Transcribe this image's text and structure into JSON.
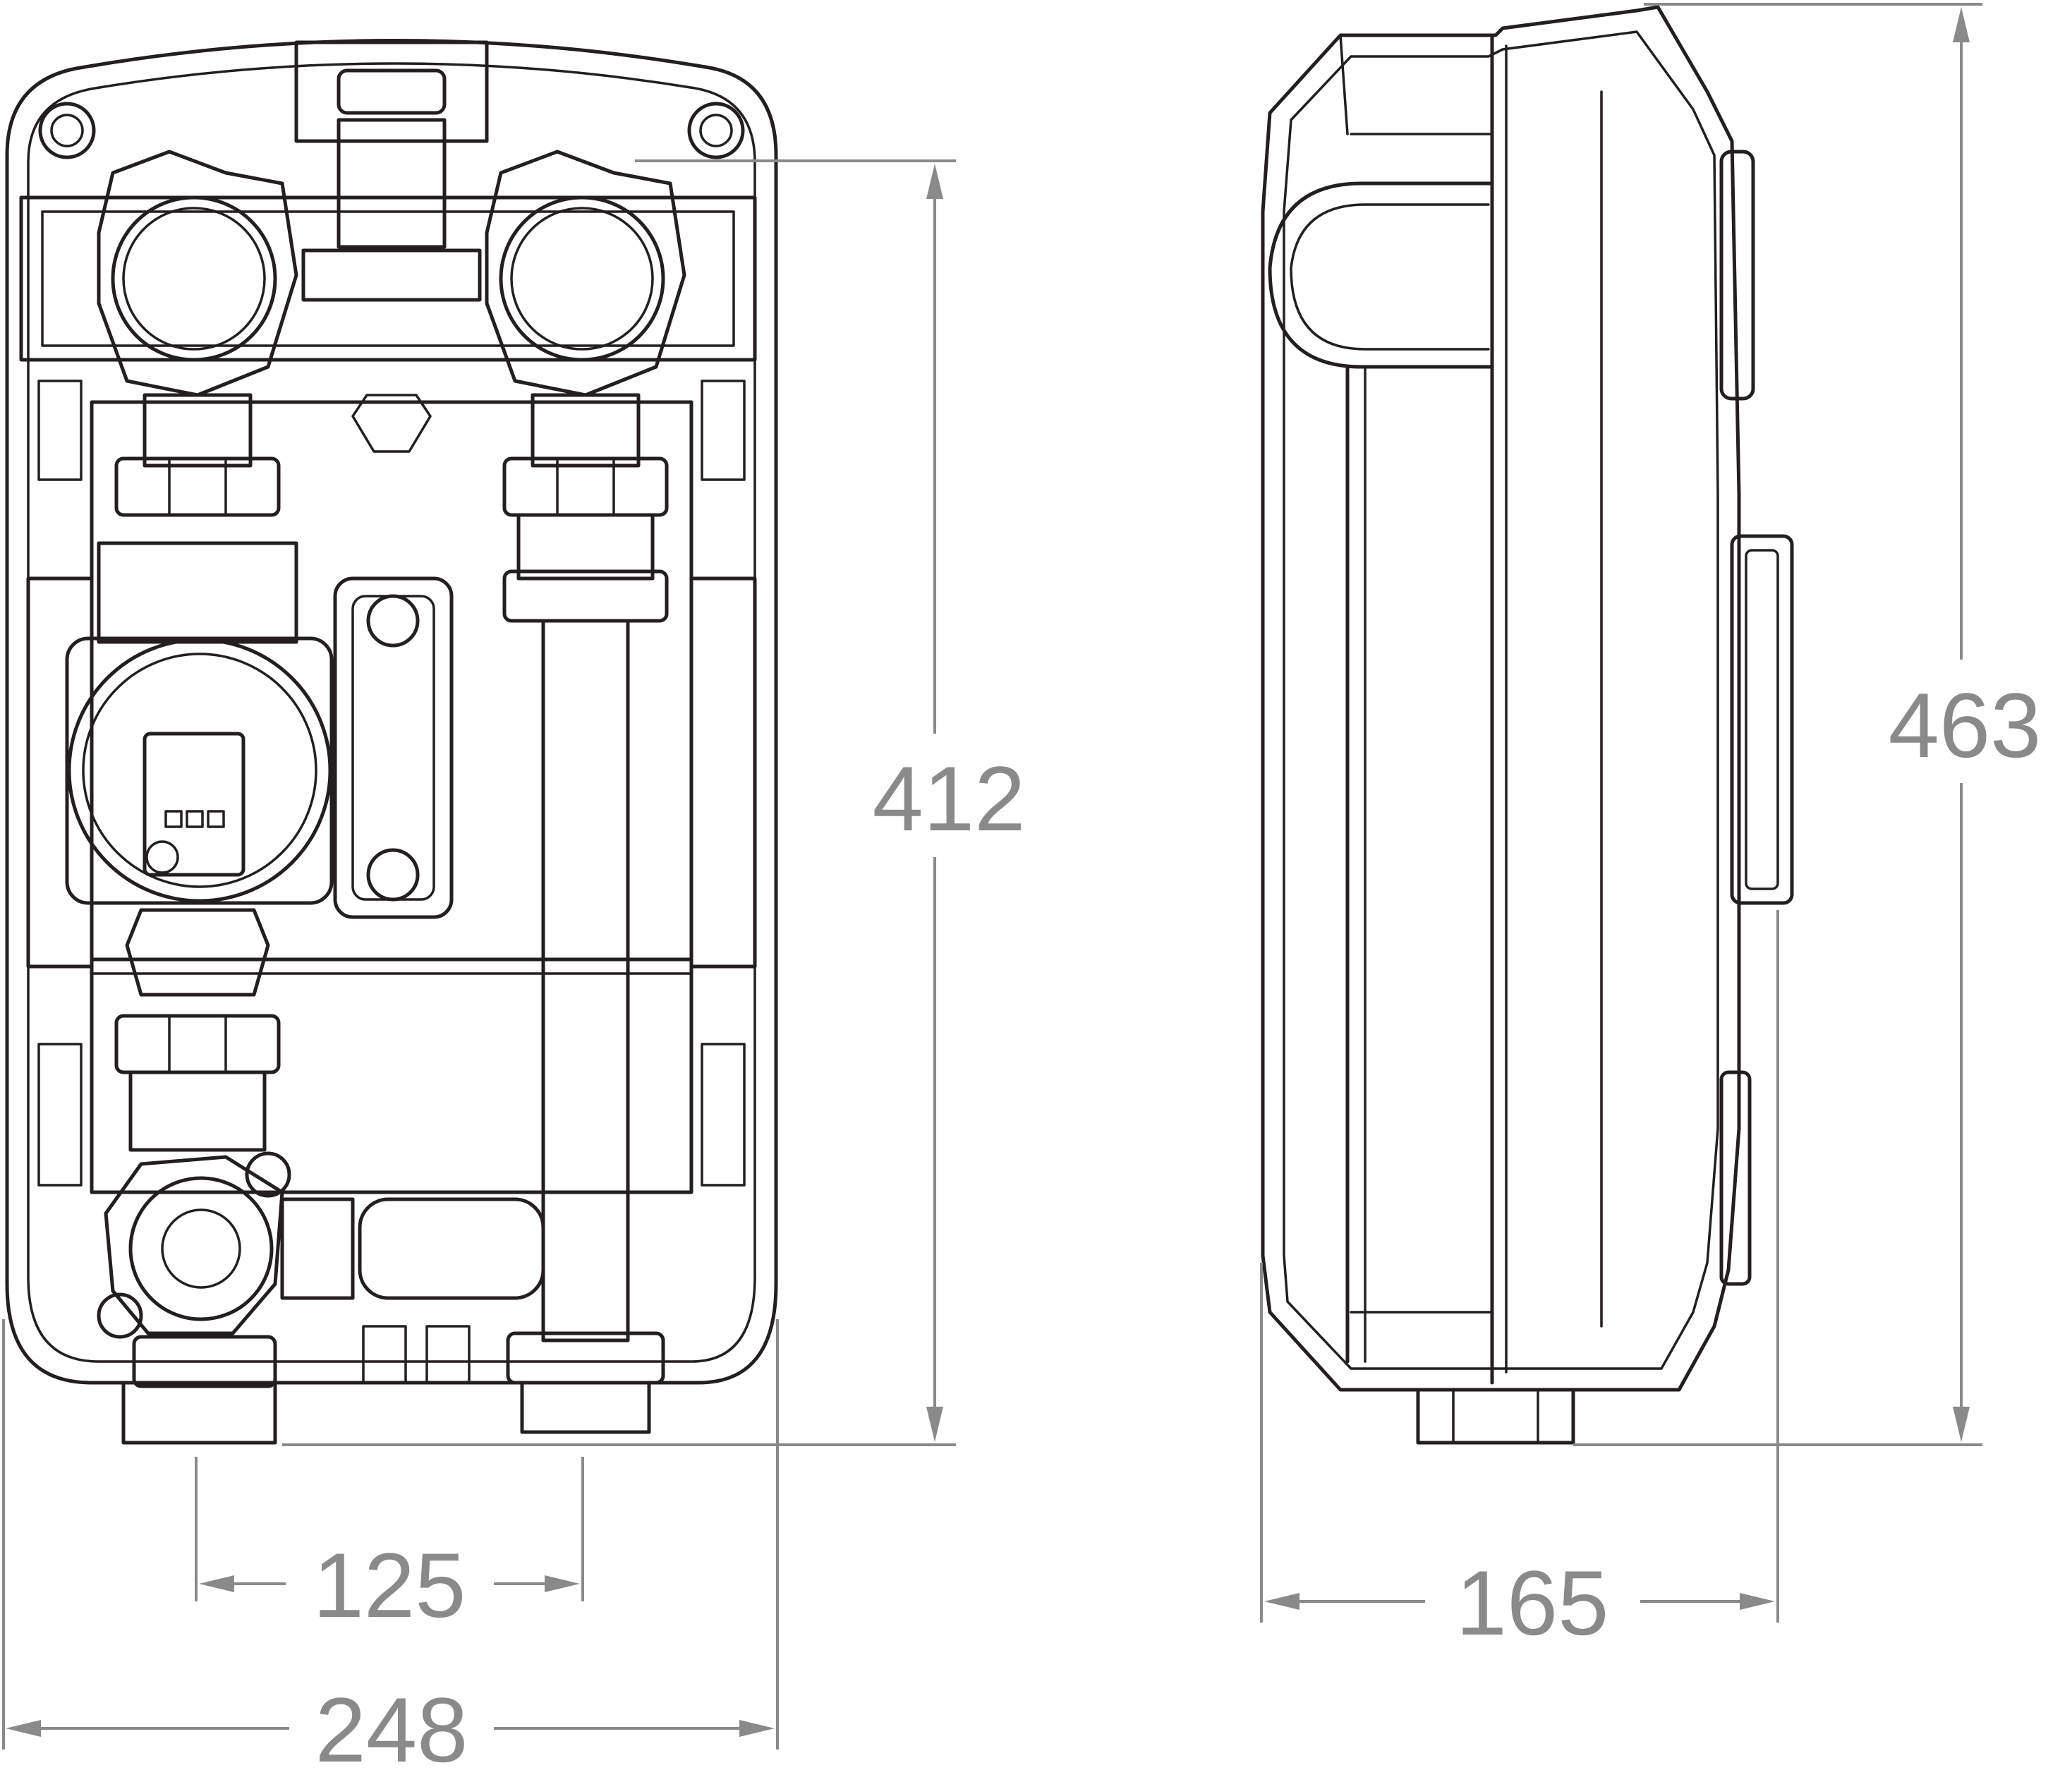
{
  "dimensions": {
    "front_height": "412",
    "front_width": "248",
    "front_pipe_spacing": "125",
    "side_height": "463",
    "side_depth": "165"
  },
  "colors": {
    "line": "#231f20",
    "dimension": "#8a8a8a",
    "background": "#ffffff"
  }
}
